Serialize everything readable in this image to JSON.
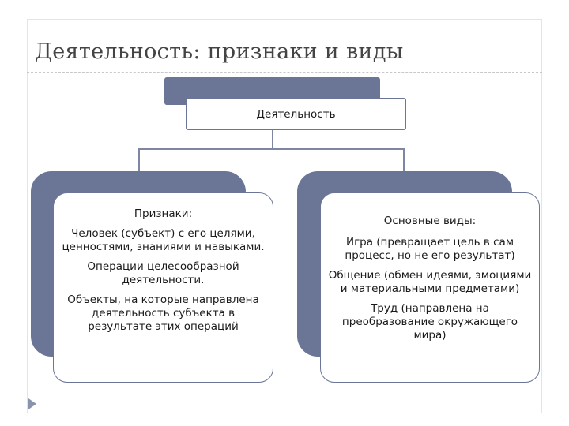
{
  "slide": {
    "title": "Деятельность: признаки и виды"
  },
  "root": {
    "label": "Деятельность"
  },
  "left": {
    "heading": "Признаки:",
    "items": [
      "Человек (субъект) с его целями, ценностями, знаниями и навыками.",
      "Операции целесообразной деятельности.",
      "Объекты, на которые направлена деятельность субъекта в результате этих операций"
    ]
  },
  "right": {
    "heading": "Основные виды:",
    "items": [
      "Игра (превращает цель в сам процесс, но не его результат)",
      "Общение (обмен идеями, эмоциями и материальными предметами)",
      "Труд (направлена на преобразование окружающего мира)"
    ]
  },
  "colors": {
    "accent": "#6b7696",
    "connector": "#7e86a2"
  }
}
